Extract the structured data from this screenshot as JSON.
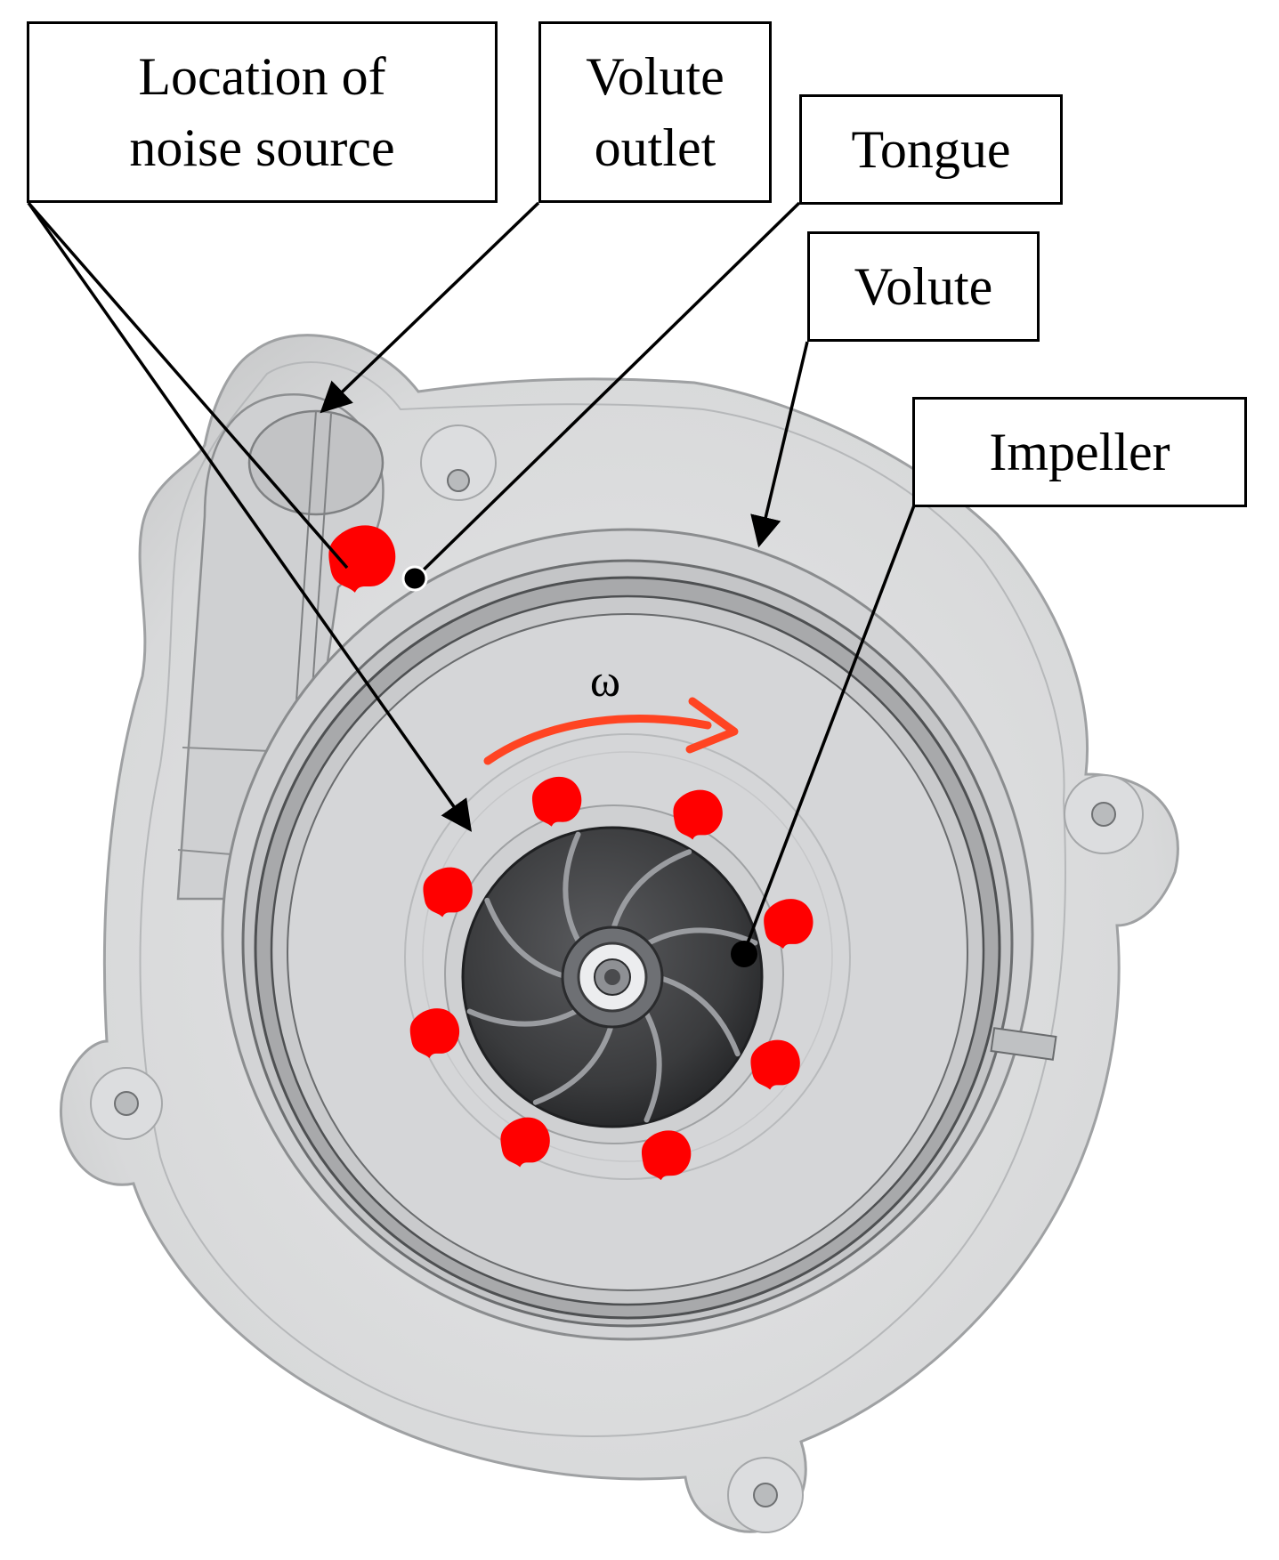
{
  "labels": {
    "noise_source": "Location of\nnoise source",
    "volute_outlet": "Volute\noutlet",
    "tongue": "Tongue",
    "volute": "Volute",
    "impeller": "Impeller"
  },
  "rotation_symbol": "ω",
  "colors": {
    "noise_marker": "#ff0000",
    "rotation_arrow": "#ff4422",
    "housing": "#d9dadb",
    "impeller": "#3a3b3d",
    "leader_line": "#000000"
  },
  "icons": {
    "noise_marker": "red-blob-icon",
    "rotation_arrow": "curved-arrow-icon"
  }
}
